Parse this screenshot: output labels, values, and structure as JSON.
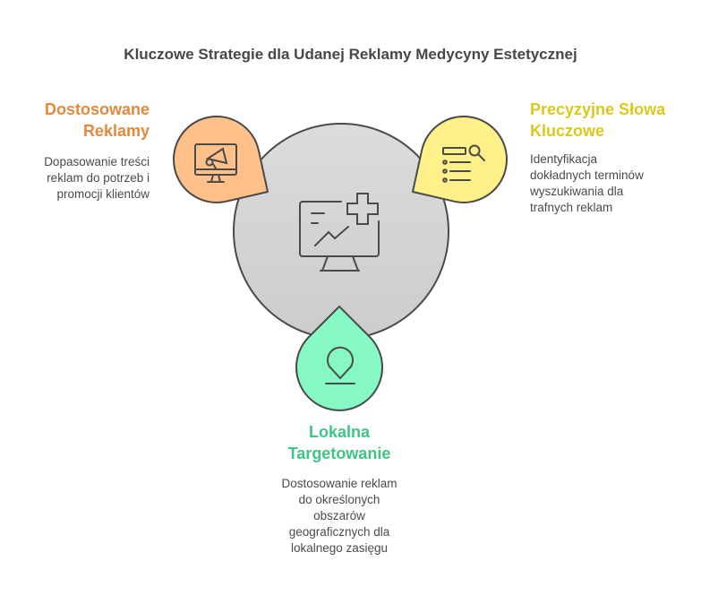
{
  "title": "Kluczowe Strategie dla Udanej Reklamy Medycyny Estetycznej",
  "colors": {
    "center": "#d6d6d6",
    "orange": "#ffc08a",
    "yellow": "#fff08a",
    "green": "#86f8c4",
    "stroke": "#4a4a4a"
  },
  "items": [
    {
      "id": "dostosowane-reklamy",
      "icon": "monitor-megaphone-icon",
      "heading": [
        "Dostosowane",
        "Reklamy"
      ],
      "description": [
        "Dopasowanie treści",
        "reklam do potrzeb i",
        "promocji klientów"
      ]
    },
    {
      "id": "precyzyjne-slowa-kluczowe",
      "icon": "search-list-icon",
      "heading": [
        "Precyzyjne Słowa",
        "Kluczowe"
      ],
      "description": [
        "Identyfikacja",
        "dokładnych terminów",
        "wyszukiwania dla",
        "trafnych reklam"
      ]
    },
    {
      "id": "lokalna-targetowanie",
      "icon": "location-pin-icon",
      "heading": [
        "Lokalna",
        "Targetowanie"
      ],
      "description": [
        "Dostosowanie reklam",
        "do określonych",
        "obszarów",
        "geograficznych dla",
        "lokalnego zasięgu"
      ]
    }
  ],
  "center_icon": "medical-monitor-chart-icon"
}
